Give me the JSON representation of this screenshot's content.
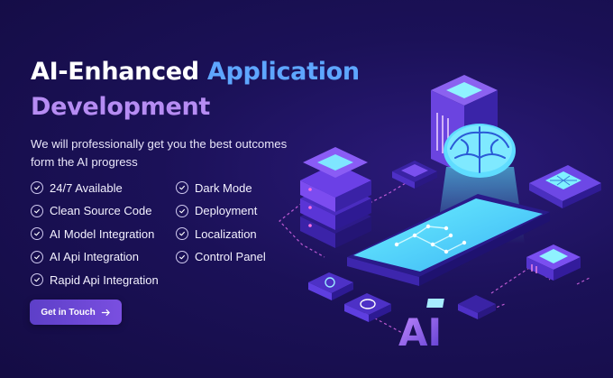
{
  "hero": {
    "title_part1": "AI-Enhanced ",
    "title_part2": "Application",
    "title_part3": "Development",
    "subtitle": "We will professionally get you the best outcomes form the AI progress",
    "features_left": [
      "24/7 Available",
      "Clean Source Code",
      "AI Model Integration",
      "AI Api Integration",
      "Rapid Api Integration"
    ],
    "features_right": [
      "Dark Mode",
      "Deployment",
      "Localization",
      "Control Panel"
    ],
    "cta_label": "Get in Touch",
    "illustration_label": "AI"
  },
  "colors": {
    "background": "#1b1158",
    "title_blue": "#5ea6ff",
    "title_purple": "#b68cf3",
    "button": "#6a46d4"
  },
  "icons": {
    "feature": "check-circle-icon",
    "cta": "arrow-right-icon"
  }
}
